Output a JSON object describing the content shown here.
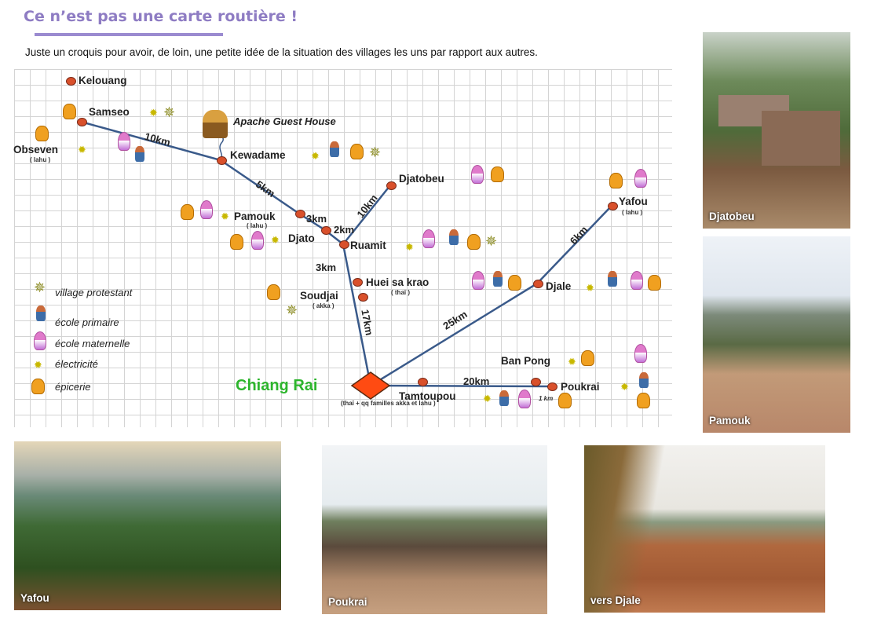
{
  "header": {
    "title": "Ce n’est pas une carte routière !",
    "intro": "Juste un croquis pour avoir, de loin, une petite idée de la situation des villages les uns par rapport aux autres."
  },
  "map": {
    "villages": {
      "kelouang": "Kelouang",
      "samseo": "Samseo",
      "obseven": "Obseven",
      "obseven_sub": "( lahu )",
      "apache": "Apache Guest House",
      "kewadame": "Kewadame",
      "djatobeu": "Djatobeu",
      "pamouk": "Pamouk",
      "pamouk_sub": "( lahu )",
      "djato": "Djato",
      "ruamit": "Ruamit",
      "huei": "Huei sa krao",
      "huei_sub": "( thaï )",
      "soudjai": "Soudjai",
      "soudjai_sub": "( akka )",
      "yafou": "Yafou",
      "yafou_sub": "( lahu )",
      "djale": "Djale",
      "chiang_rai": "Chiang Rai",
      "chiang_rai_sub": "(thaï + qq familles akka et lahu )",
      "tamtoupou": "Tamtoupou",
      "ban_pong": "Ban Pong",
      "poukrai": "Poukrai",
      "one_km": "1 km"
    },
    "distances": {
      "samseo_kewadame": "10km",
      "kewadame_pamouk": "5km",
      "pamouk_djato": "3km",
      "djato_ruamit": "2km",
      "ruamit_djatobeu": "10km",
      "ruamit_huei": "3km",
      "huei_chiangrai": "17km",
      "chiangrai_djale": "25km",
      "djale_yafou": "6km",
      "chiangrai_poukrai": "20km"
    },
    "legend": {
      "protestant": "village protestant",
      "primary": "école primaire",
      "maternal": "école maternelle",
      "electricity": "électricité",
      "grocery": "épicerie"
    }
  },
  "photos": {
    "djatobeu": "Djatobeu",
    "pamouk": "Pamouk",
    "yafou": "Yafou",
    "poukrai": "Poukrai",
    "djale": "vers Djale"
  },
  "colors": {
    "title": "#8e7cc3",
    "chiang_rai": "#2db52d",
    "road": "#3a5a8a",
    "node": "#d9502b"
  }
}
